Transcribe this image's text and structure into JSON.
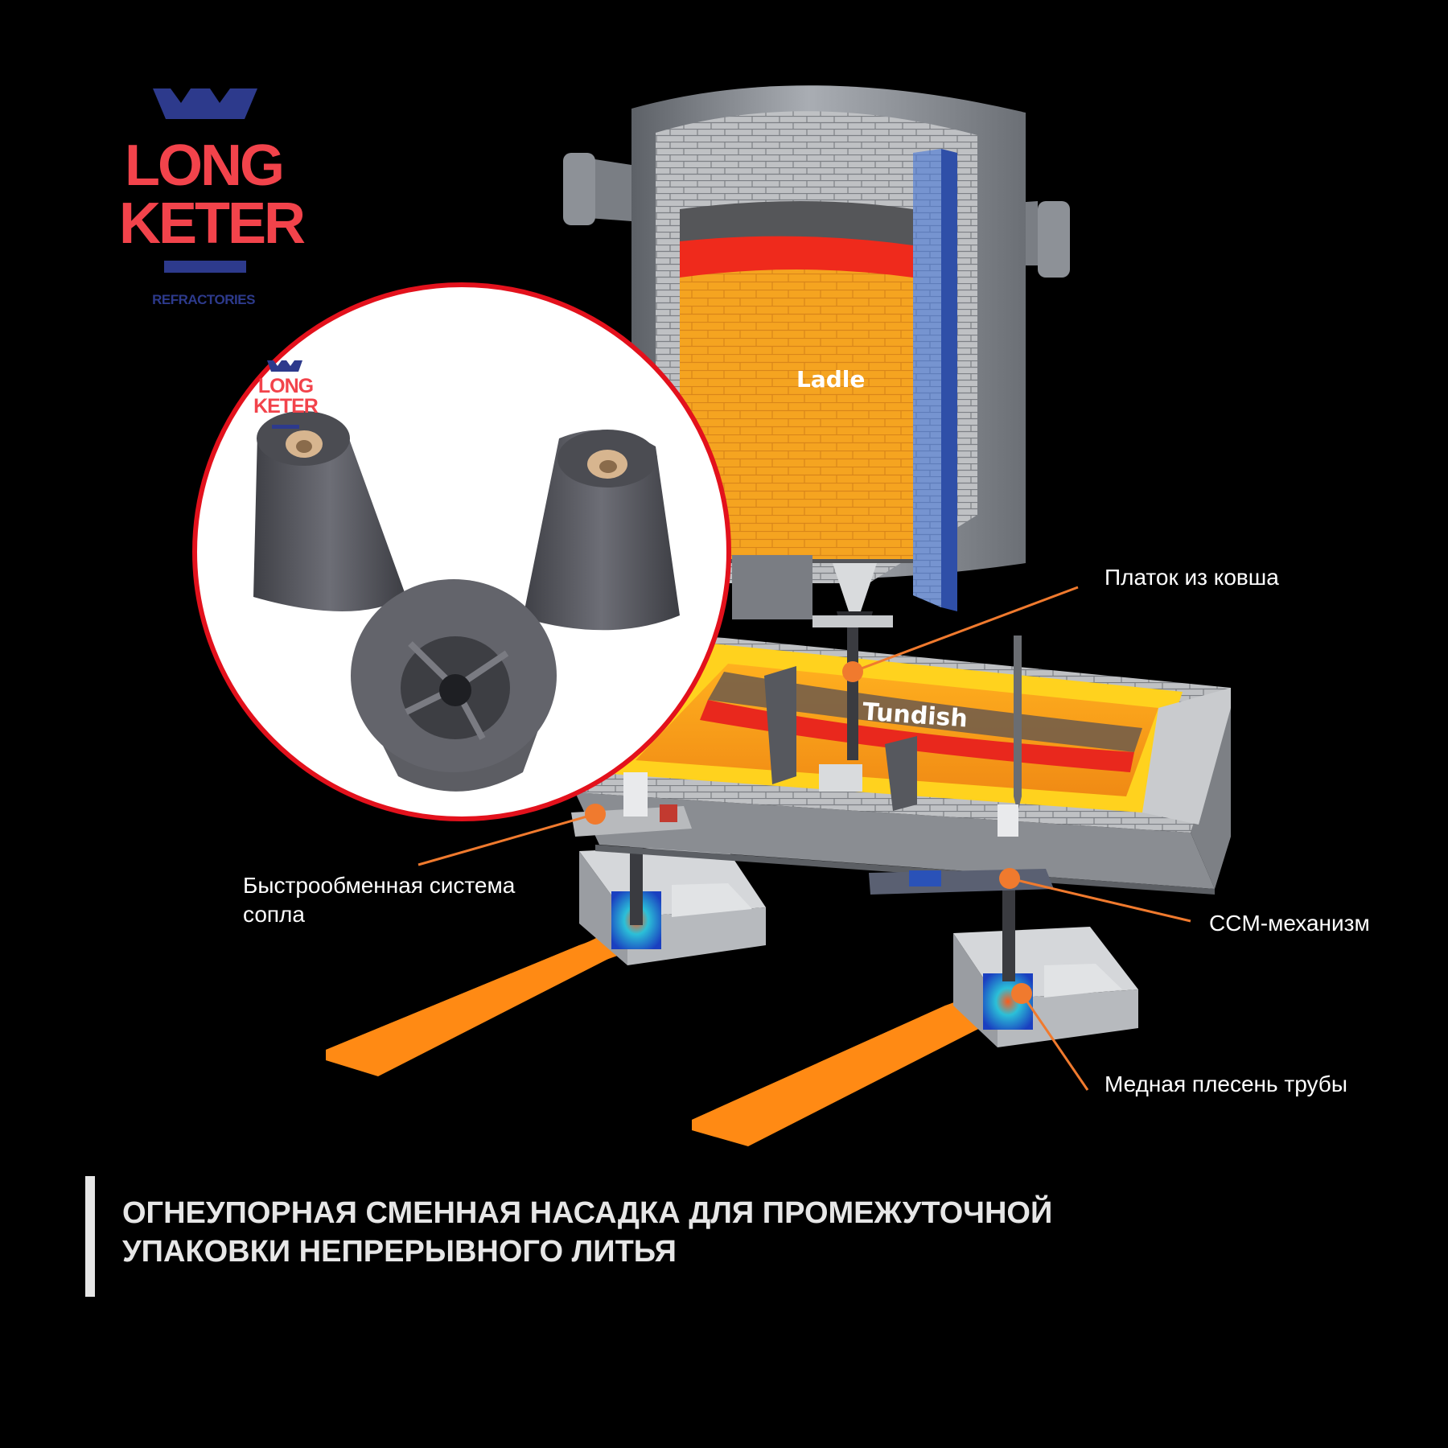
{
  "logo": {
    "line1": "LONG",
    "line2": "KETER",
    "tagline": "REFRACTORIES"
  },
  "product_inset": {
    "logo_line1": "LONG",
    "logo_line2": "KETER"
  },
  "vessels": {
    "ladle": "Ladle",
    "tundish": "Tundish"
  },
  "callouts": {
    "ladle_outlet": "Платок из ковша",
    "quick_change_line1": "Быстрообменная система",
    "quick_change_line2": "сопла",
    "ccm_mechanism": "CCM-механизм",
    "copper_mold": "Медная плесень трубы"
  },
  "title": {
    "line1": "ОГНЕУПОРНАЯ СМЕННАЯ НАСАДКА ДЛЯ ПРОМЕЖУТОЧНОЙ",
    "line2": "УПАКОВКИ НЕПРЕРЫВНОГО ЛИТЬЯ"
  },
  "colors": {
    "background": "#000000",
    "brand_red": "#f2434b",
    "brand_blue": "#2d3a8c",
    "callout_line": "#f07a2e",
    "molten_orange": "#f39a1c",
    "steel_grey": "#8f9399"
  }
}
